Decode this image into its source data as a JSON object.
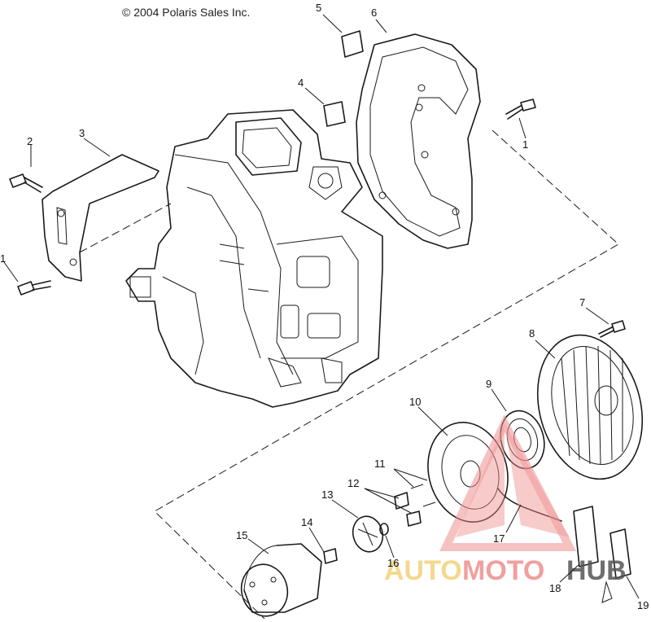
{
  "copyright": "© 2004 Polaris Sales Inc.",
  "callouts": {
    "c1a": "1",
    "c1b": "1",
    "c2": "2",
    "c3": "3",
    "c4": "4",
    "c5": "5",
    "c6": "6",
    "c7": "7",
    "c8": "8",
    "c9": "9",
    "c10": "10",
    "c11": "11",
    "c12": "12",
    "c13": "13",
    "c14": "14",
    "c15": "15",
    "c16": "16",
    "c17": "17",
    "c18": "18",
    "c19": "19"
  },
  "watermark": {
    "auto": "AUTO",
    "moto": "MOTO",
    "hub": "HUB",
    "colors": {
      "auto": "#f2d27a",
      "moto": "#ee8f8f",
      "hub": "#555555",
      "triangle": "#ee8f8f"
    }
  }
}
